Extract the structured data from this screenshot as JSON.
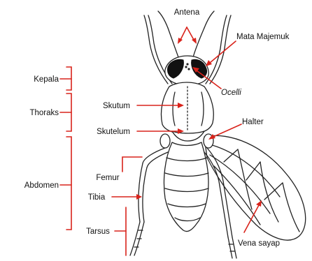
{
  "labels": {
    "antena": "Antena",
    "mata_majemuk": "Mata Majemuk",
    "ocelli": "Ocelli",
    "kepala": "Kepala",
    "thoraks": "Thoraks",
    "abdomen": "Abdomen",
    "skutum": "Skutum",
    "skutelum": "Skutelum",
    "halter": "Halter",
    "femur": "Femur",
    "tibia": "Tibia",
    "tarsus": "Tarsus",
    "vena_sayap": "Vena sayap"
  },
  "colors": {
    "annotation": "#d9231b",
    "ink": "#222222",
    "background": "#ffffff"
  }
}
